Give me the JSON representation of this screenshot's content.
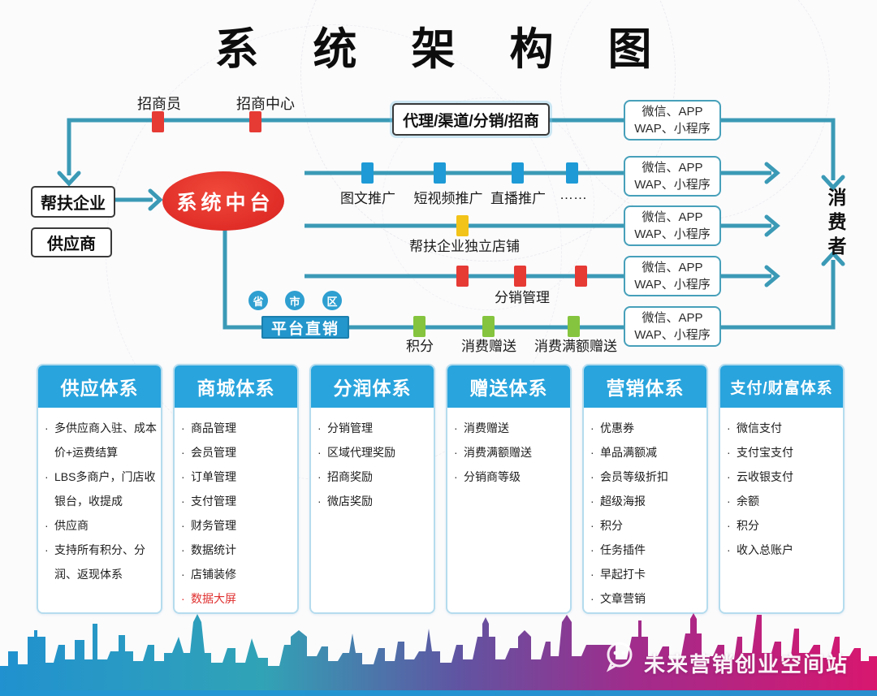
{
  "title": "系 统 架 构 图",
  "top_flow": {
    "recruiter_label": "招商员",
    "recruit_center_label": "招商中心",
    "agent_box": "代理/渠道/分销/招商"
  },
  "left_boxes": {
    "help_enterprise": "帮扶企业",
    "supplier": "供应商"
  },
  "hub_label": "系统中台",
  "channel_box": {
    "line1": "微信、APP",
    "line2": "WAP、小程序"
  },
  "rows": {
    "promotion": {
      "labels": [
        "图文推广",
        "短视频推广",
        "直播推广",
        "……"
      ]
    },
    "shop": {
      "label": "帮扶企业独立店铺"
    },
    "distribution": {
      "label": "分销管理"
    },
    "direct": {
      "region_circles": [
        "省",
        "市",
        "区"
      ],
      "box": "平台直销",
      "labels": [
        "积分",
        "消费赠送",
        "消费满额赠送"
      ]
    }
  },
  "consumer_label": "消费者",
  "columns": [
    {
      "header": "供应体系",
      "items": [
        "多供应商入驻、成本价+运费结算",
        "LBS多商户，门店收银台，收提成",
        "供应商",
        "支持所有积分、分润、返现体系"
      ]
    },
    {
      "header": "商城体系",
      "items": [
        "商品管理",
        "会员管理",
        "订单管理",
        "支付管理",
        "财务管理",
        "数据统计",
        "店铺装修",
        "数据大屏"
      ],
      "highlight_item": "数据大屏",
      "highlight_color": "#e02f2f"
    },
    {
      "header": "分润体系",
      "items": [
        "分销管理",
        "区域代理奖励",
        "招商奖励",
        "微店奖励"
      ]
    },
    {
      "header": "赠送体系",
      "items": [
        "消费赠送",
        "消费满额赠送",
        "分销商等级"
      ]
    },
    {
      "header": "营销体系",
      "items": [
        "优惠券",
        "单品满额减",
        "会员等级折扣",
        "超级海报",
        "积分",
        "任务插件",
        "早起打卡",
        "文章营销"
      ]
    },
    {
      "header": "支付/财富体系",
      "items": [
        "微信支付",
        "支付宝支付",
        "云收银支付",
        "余额",
        "积分",
        "收入总账户"
      ]
    }
  ],
  "footer_brand": "未来营销创业空间站",
  "colors": {
    "flow_line": "#3b9ab6",
    "column_header": "#29a4dd",
    "hub_red": "#e02d27",
    "square_blue": "#1e9ad6",
    "square_red": "#e63a35",
    "square_yellow": "#f2c318",
    "square_green": "#85c43e",
    "direct_box_blue": "#2396cb",
    "highlight_red": "#e02f2f",
    "skyline_gradient": [
      "#2191cf",
      "#31a3b6",
      "#5f55a2",
      "#a02c8c",
      "#d8176f"
    ]
  }
}
